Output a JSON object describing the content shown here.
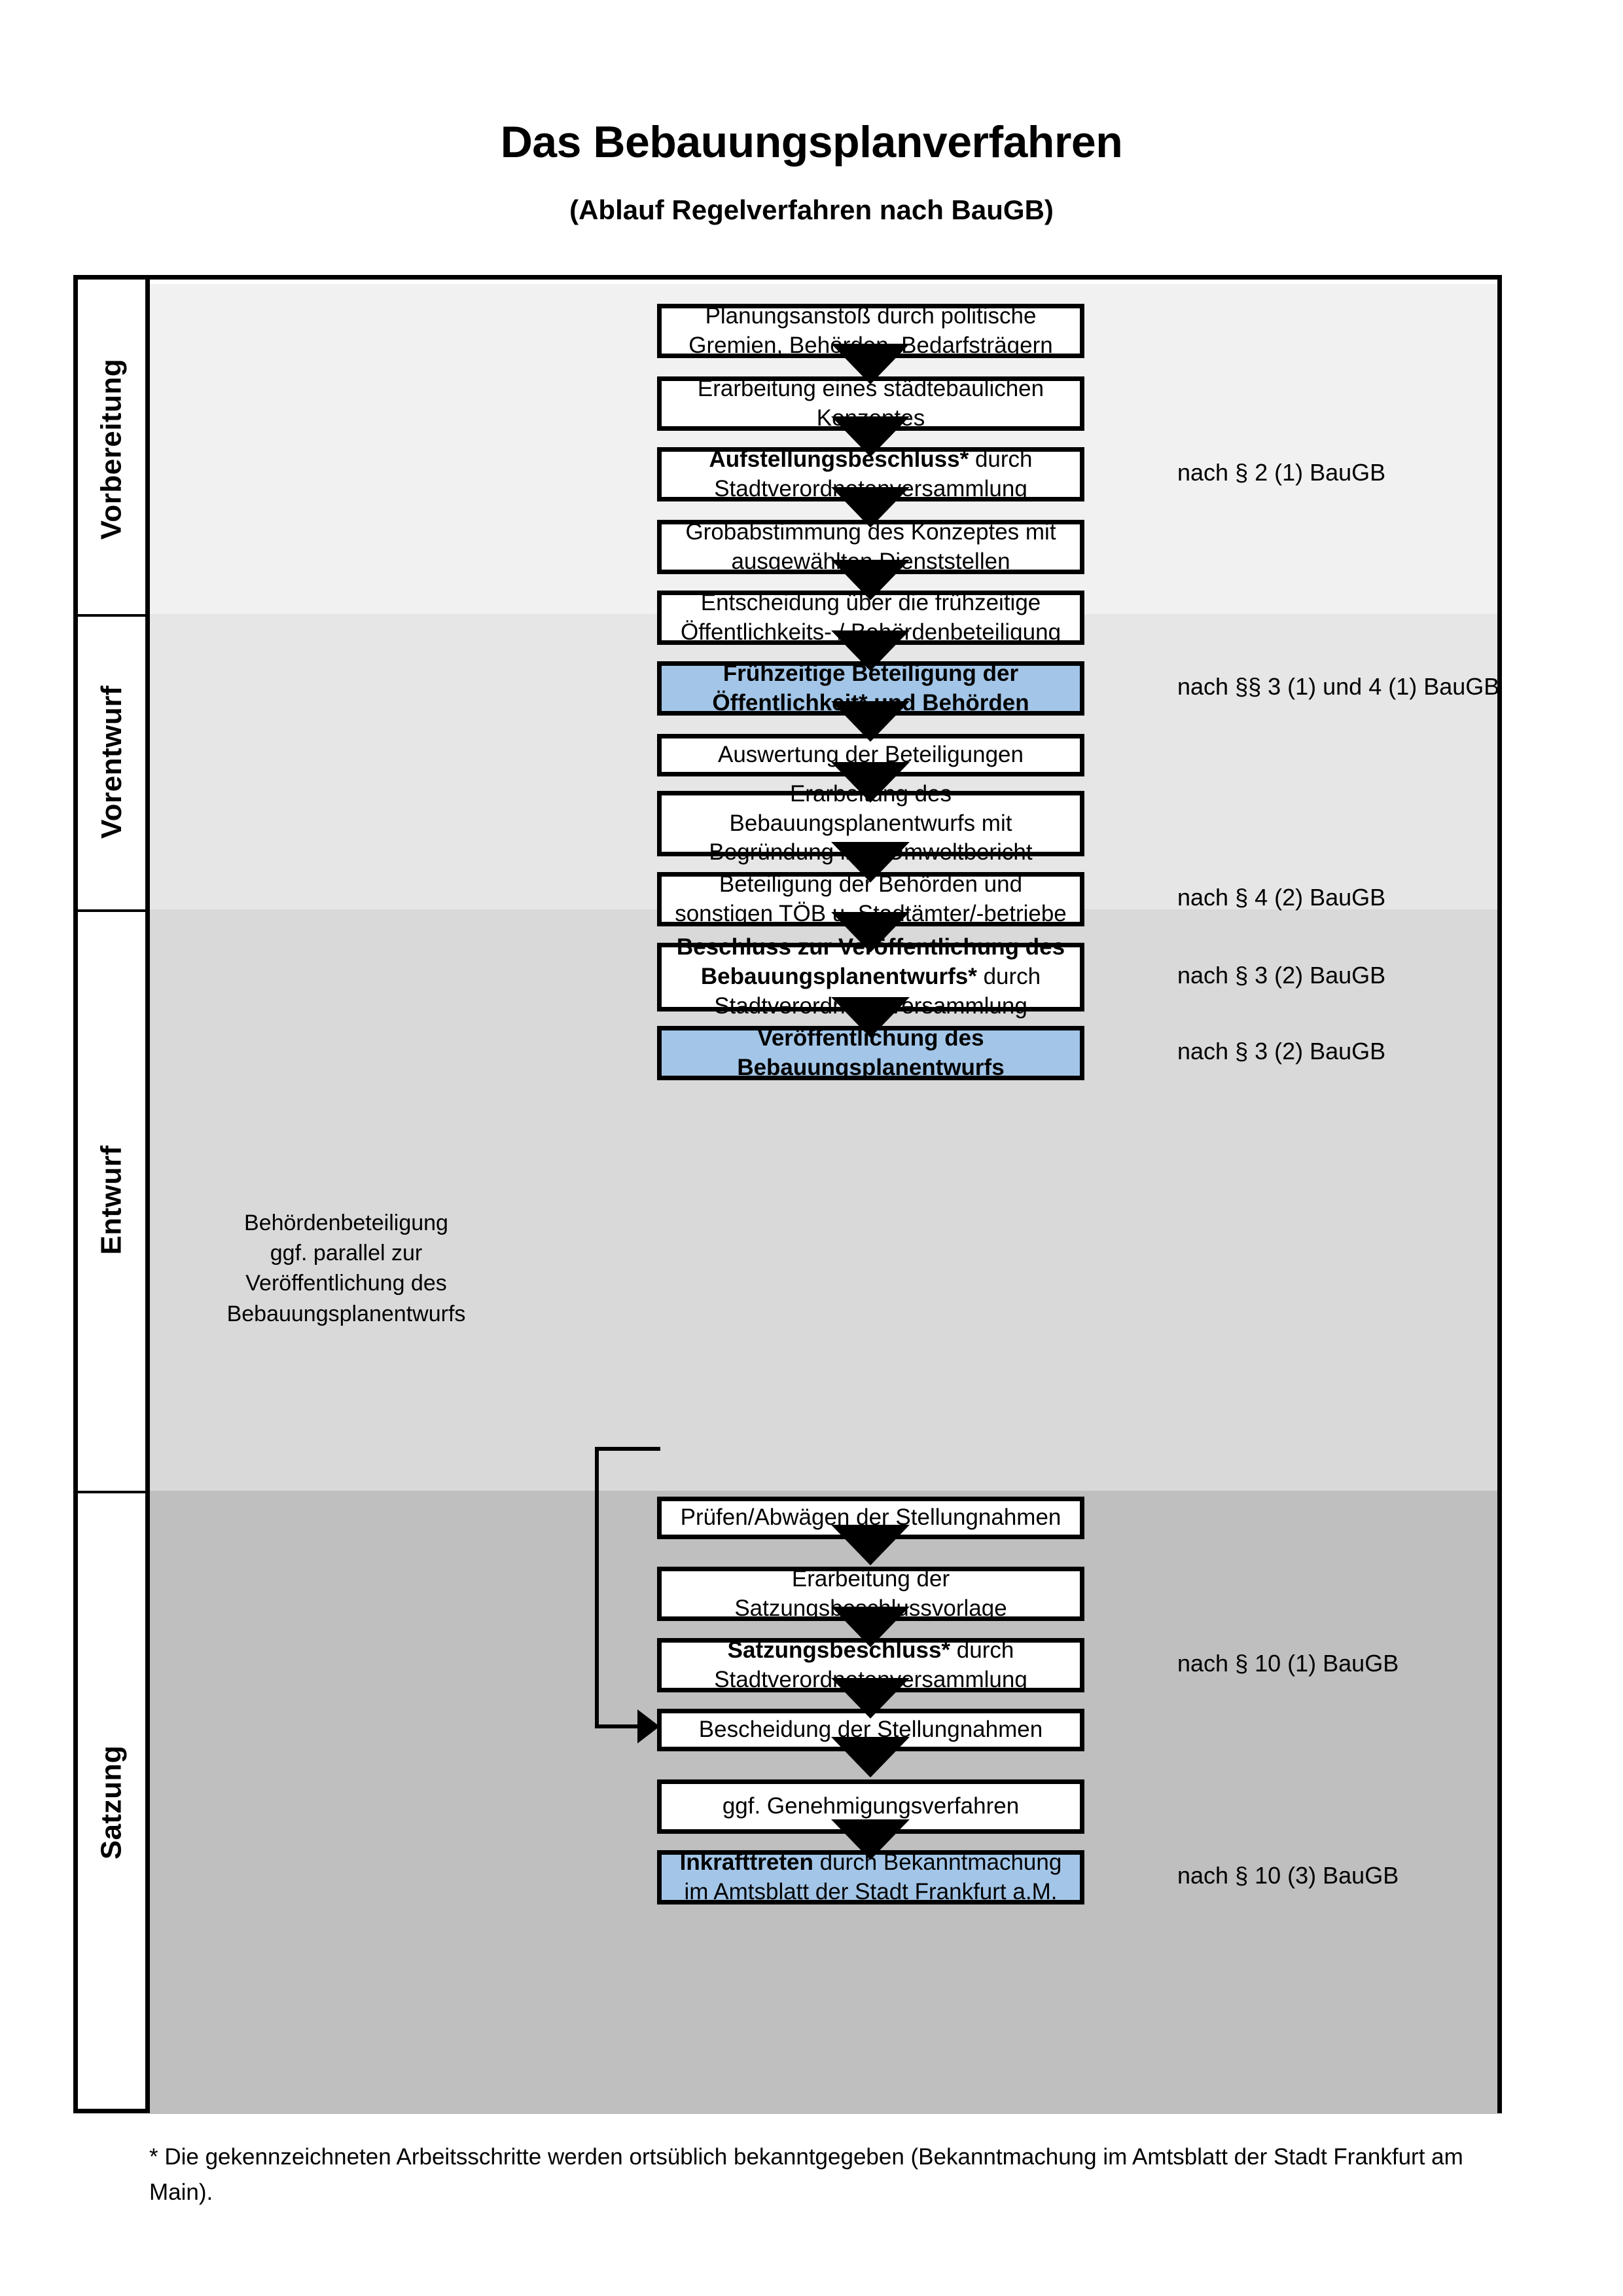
{
  "title": {
    "main": "Das Bebauungsplanverfahren",
    "sub": "(Ablauf Regelverfahren nach BauGB)"
  },
  "phases": [
    {
      "id": "vorbereitung",
      "label": "Vorbereitung",
      "background": "#F1F1F1"
    },
    {
      "id": "vorentwurf",
      "label": "Vorentwurf",
      "background": "#E6E6E6"
    },
    {
      "id": "entwurf",
      "label": "Entwurf",
      "background": "#D9D9D9"
    },
    {
      "id": "satzung",
      "label": "Satzung",
      "background": "#BFBFBF"
    }
  ],
  "steps": [
    {
      "id": "s1",
      "phase": "vorbereitung",
      "highlight": false,
      "lines": [
        "Planungsanstoß durch politische",
        "Gremien, Behörden, Bedarfsträgern"
      ]
    },
    {
      "id": "s2",
      "phase": "vorbereitung",
      "highlight": false,
      "lines": [
        "Erarbeitung eines städtebaulichen",
        "Konzeptes"
      ]
    },
    {
      "id": "s3",
      "phase": "vorbereitung",
      "highlight": false,
      "lines_rich": [
        "<b>Aufstellungsbeschluss*</b> durch",
        "Stadtverordnetenversammlung"
      ]
    },
    {
      "id": "s4",
      "phase": "vorentwurf",
      "highlight": false,
      "lines": [
        "Grobabstimmung des Konzeptes mit",
        "ausgewählten Dienststellen"
      ]
    },
    {
      "id": "s5",
      "phase": "vorentwurf",
      "highlight": false,
      "lines": [
        "Entscheidung über die frühzeitige",
        "Öffentlichkeits- / Behördenbeteiligung"
      ]
    },
    {
      "id": "s6",
      "phase": "vorentwurf",
      "highlight": true,
      "lines_rich": [
        "<b>Frühzeitige Beteiligung der</b>",
        "<b>Öffentlichkeit* und Behörden</b>"
      ]
    },
    {
      "id": "s7",
      "phase": "entwurf",
      "highlight": false,
      "lines": [
        "Auswertung der Beteiligungen"
      ]
    },
    {
      "id": "s8",
      "phase": "entwurf",
      "highlight": false,
      "lines": [
        "Erarbeitung des",
        "Bebauungsplanentwurfs mit",
        "Begründung inkl. Umweltbericht"
      ]
    },
    {
      "id": "s9",
      "phase": "entwurf",
      "highlight": false,
      "lines": [
        "Beteiligung der Behörden und",
        "sonstigen TÖB u. Stadtämter/-betriebe"
      ]
    },
    {
      "id": "s10",
      "phase": "entwurf",
      "highlight": false,
      "lines_rich": [
        "<b>Beschluss zur Veröffentlichung des</b>",
        "<b>Bebauungsplanentwurfs*</b> durch",
        "Stadtverordnetenversammlung"
      ]
    },
    {
      "id": "s11",
      "phase": "entwurf",
      "highlight": true,
      "lines_rich": [
        "<b>Veröffentlichung des</b>",
        "<b>Bebauungsplanentwurfs</b>"
      ]
    },
    {
      "id": "s12",
      "phase": "satzung",
      "highlight": false,
      "lines": [
        "Prüfen/Abwägen der Stellungnahmen"
      ]
    },
    {
      "id": "s13",
      "phase": "satzung",
      "highlight": false,
      "lines": [
        "Erarbeitung der",
        "Satzungsbeschlussvorlage"
      ]
    },
    {
      "id": "s14",
      "phase": "satzung",
      "highlight": false,
      "lines_rich": [
        "<b>Satzungsbeschluss*</b> durch",
        "Stadtverordnetenversammlung"
      ]
    },
    {
      "id": "s15",
      "phase": "satzung",
      "highlight": false,
      "lines": [
        "Bescheidung der Stellungnahmen"
      ]
    },
    {
      "id": "s16",
      "phase": "satzung",
      "highlight": false,
      "lines": [
        "ggf. Genehmigungsverfahren"
      ]
    },
    {
      "id": "s17",
      "phase": "satzung",
      "highlight": true,
      "lines_rich": [
        "<b>Inkrafttreten</b> durch Bekanntmachung",
        "im Amtsblatt der Stadt Frankfurt a.M."
      ]
    }
  ],
  "legal_refs": [
    {
      "id": "l1",
      "text": "nach § 2 (1) BauGB"
    },
    {
      "id": "l2",
      "text": "nach §§ 3 (1) und 4 (1) BauGB"
    },
    {
      "id": "l3",
      "text": "nach § 4 (2) BauGB"
    },
    {
      "id": "l4",
      "text": "nach § 3 (2) BauGB"
    },
    {
      "id": "l5",
      "text": "nach § 3 (2) BauGB"
    },
    {
      "id": "l6",
      "text": "nach § 10 (1) BauGB"
    },
    {
      "id": "l7",
      "text": "nach § 10 (3) BauGB"
    }
  ],
  "side_note": {
    "lines": [
      "Behördenbeteiligung",
      "ggf. parallel zur",
      "Veröffentlichung des",
      "Bebauungsplanentwurfs"
    ]
  },
  "footnote": "* Die gekennzeichneten Arbeitsschritte werden ortsüblich bekanntgegeben (Bekanntmachung im Amtsblatt  der Stadt Frankfurt am Main).",
  "colors": {
    "highlight_box": "#A3C6E8",
    "outline": "#000000",
    "box_fill": "#ffffff"
  }
}
